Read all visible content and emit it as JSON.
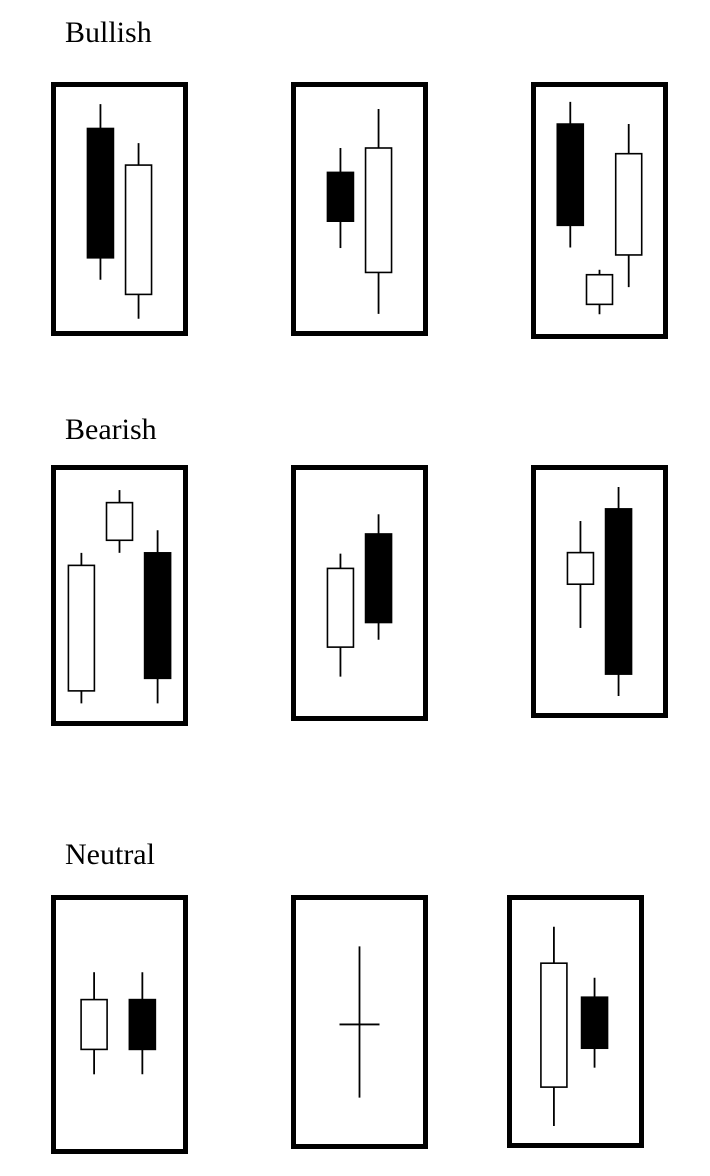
{
  "colors": {
    "ink": "#000000",
    "paper": "#ffffff"
  },
  "sections": [
    {
      "title": "Bullish",
      "patterns": [
        {
          "candles": [
            {
              "x": 0.35,
              "high": 0.93,
              "open": 0.83,
              "close": 0.3,
              "low": 0.21,
              "filled": true
            },
            {
              "x": 0.65,
              "high": 0.77,
              "open": 0.15,
              "close": 0.68,
              "low": 0.05,
              "filled": false
            }
          ]
        },
        {
          "candles": [
            {
              "x": 0.35,
              "high": 0.75,
              "open": 0.65,
              "close": 0.45,
              "low": 0.34,
              "filled": true
            },
            {
              "x": 0.65,
              "high": 0.91,
              "open": 0.24,
              "close": 0.75,
              "low": 0.07,
              "filled": false
            }
          ]
        },
        {
          "candles": [
            {
              "x": 0.27,
              "high": 0.94,
              "open": 0.85,
              "close": 0.44,
              "low": 0.35,
              "filled": true
            },
            {
              "x": 0.5,
              "high": 0.26,
              "open": 0.12,
              "close": 0.24,
              "low": 0.08,
              "filled": false
            },
            {
              "x": 0.73,
              "high": 0.85,
              "open": 0.32,
              "close": 0.73,
              "low": 0.19,
              "filled": false
            }
          ]
        }
      ]
    },
    {
      "title": "Bearish",
      "patterns": [
        {
          "candles": [
            {
              "x": 0.2,
              "high": 0.67,
              "open": 0.12,
              "close": 0.62,
              "low": 0.07,
              "filled": false
            },
            {
              "x": 0.5,
              "high": 0.92,
              "open": 0.72,
              "close": 0.87,
              "low": 0.67,
              "filled": false
            },
            {
              "x": 0.8,
              "high": 0.76,
              "open": 0.67,
              "close": 0.17,
              "low": 0.07,
              "filled": true
            }
          ]
        },
        {
          "candles": [
            {
              "x": 0.35,
              "high": 0.66,
              "open": 0.28,
              "close": 0.6,
              "low": 0.16,
              "filled": false
            },
            {
              "x": 0.65,
              "high": 0.82,
              "open": 0.74,
              "close": 0.38,
              "low": 0.31,
              "filled": true
            }
          ]
        },
        {
          "candles": [
            {
              "x": 0.35,
              "high": 0.79,
              "open": 0.53,
              "close": 0.66,
              "low": 0.35,
              "filled": false
            },
            {
              "x": 0.65,
              "high": 0.93,
              "open": 0.84,
              "close": 0.16,
              "low": 0.07,
              "filled": true
            }
          ]
        }
      ]
    },
    {
      "title": "Neutral",
      "patterns": [
        {
          "candles": [
            {
              "x": 0.3,
              "high": 0.71,
              "open": 0.4,
              "close": 0.6,
              "low": 0.3,
              "filled": false
            },
            {
              "x": 0.68,
              "high": 0.71,
              "open": 0.6,
              "close": 0.4,
              "low": 0.3,
              "filled": true
            }
          ]
        },
        {
          "candles": [
            {
              "x": 0.5,
              "high": 0.81,
              "open": 0.49,
              "close": 0.49,
              "low": 0.19,
              "filled": false
            }
          ]
        },
        {
          "candles": [
            {
              "x": 0.33,
              "high": 0.89,
              "open": 0.23,
              "close": 0.74,
              "low": 0.07,
              "filled": false
            },
            {
              "x": 0.65,
              "high": 0.68,
              "open": 0.6,
              "close": 0.39,
              "low": 0.31,
              "filled": true
            }
          ]
        }
      ]
    }
  ]
}
